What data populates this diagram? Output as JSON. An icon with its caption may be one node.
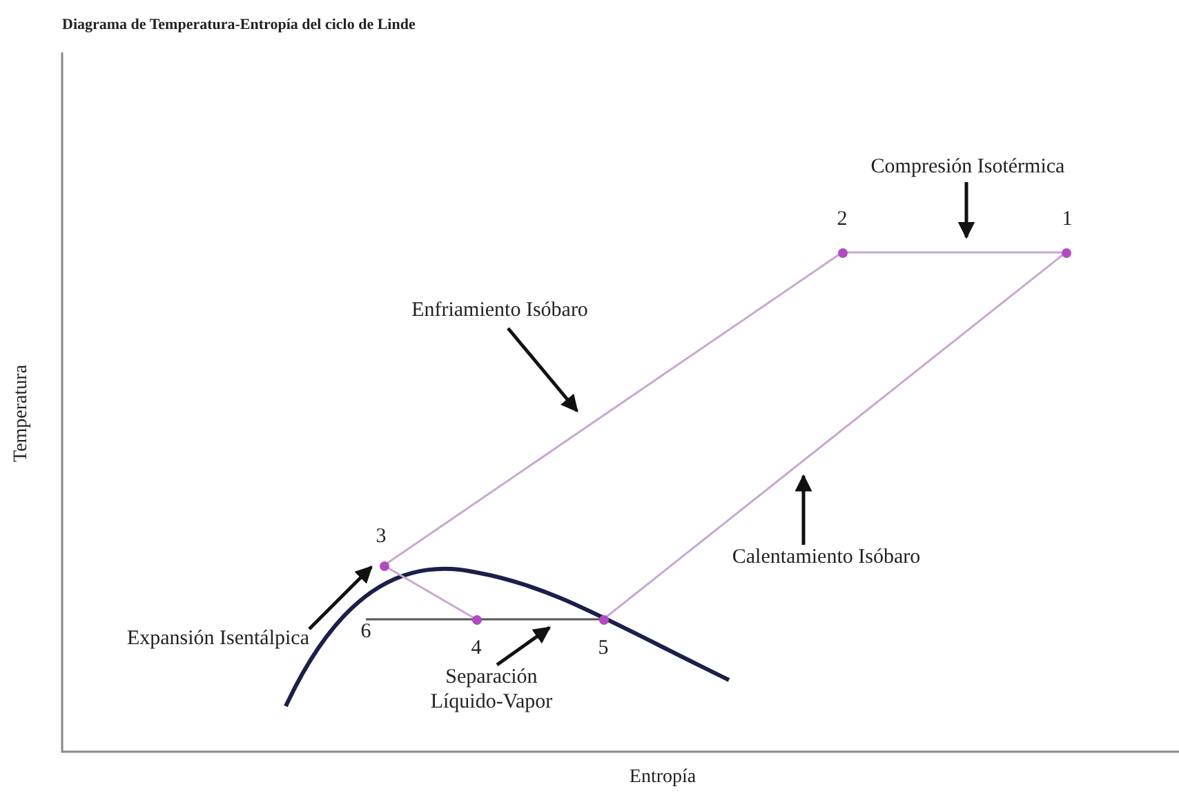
{
  "diagram": {
    "title": "Diagrama de Temperatura-Entropía del ciclo de Linde",
    "nodes": [
      {
        "text": [
          "1"
        ]
      },
      {
        "text": [
          "2"
        ]
      },
      {
        "text": [
          "3"
        ]
      },
      {
        "text": [
          "4"
        ]
      },
      {
        "text": [
          "5"
        ]
      },
      {
        "text": [
          "6"
        ]
      },
      {
        "text": [
          "Compresión Isotérmica"
        ]
      },
      {
        "text": [
          "Enfriamiento Isóbaro"
        ]
      },
      {
        "text": [
          "Calentamiento Isóbaro"
        ]
      },
      {
        "text": [
          "Expansión Isentálpica"
        ]
      },
      {
        "text": [
          "Separación Líquido-Vapor"
        ]
      }
    ],
    "edges": [
      {
        "from": 0,
        "to": 1,
        "arrow": "none",
        "color": "#c9a6d6"
      },
      {
        "from": 1,
        "to": 2,
        "arrow": "none",
        "color": "#c9a6d6"
      },
      {
        "from": 2,
        "to": 3,
        "arrow": "none",
        "color": "#c9a6d6"
      },
      {
        "from": 5,
        "to": 3,
        "arrow": "none"
      },
      {
        "from": 3,
        "to": 4,
        "arrow": "none"
      },
      {
        "from": 4,
        "to": 0,
        "arrow": "none",
        "color": "#c9a6d6"
      },
      {
        "from": 6,
        "to": null,
        "arrow": "to"
      },
      {
        "from": 7,
        "to": null,
        "arrow": "to"
      },
      {
        "from": 8,
        "to": null,
        "arrow": "to"
      },
      {
        "from": 9,
        "to": 2,
        "arrow": "to"
      },
      {
        "from": 10,
        "to": null,
        "arrow": "to"
      }
    ],
    "labels": [
      "Temperatura",
      "Entropía"
    ]
  }
}
